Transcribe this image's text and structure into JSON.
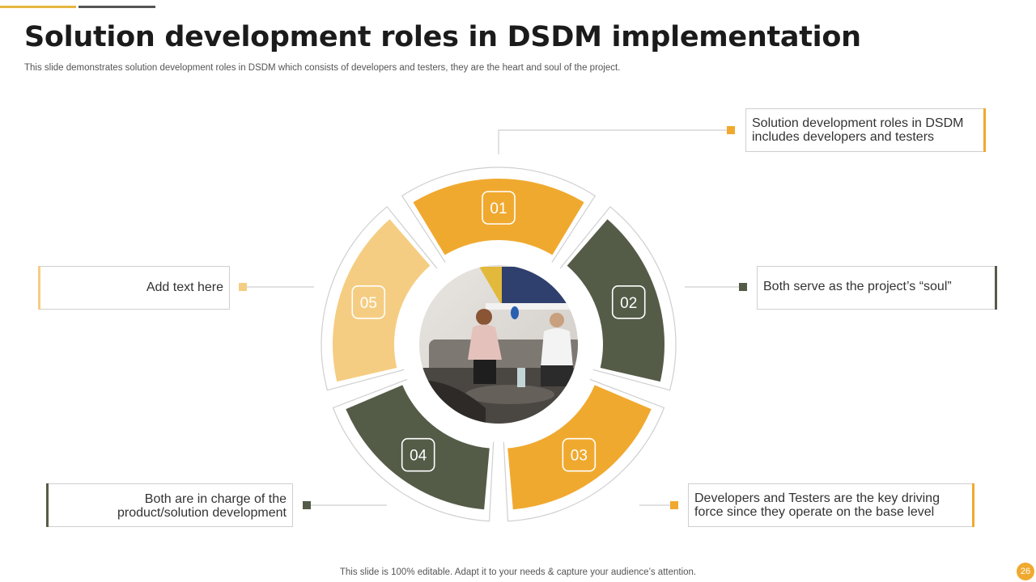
{
  "slide": {
    "title": "Solution development roles in DSDM implementation",
    "subtitle": "This slide demonstrates solution development roles in DSDM which consists of developers and testers, they are the heart and soul of the project.",
    "footer": "This slide is 100% editable. Adapt it to your needs & capture your audience’s attention.",
    "page_number": "26"
  },
  "colors": {
    "orange": "#f0a92f",
    "olive": "#545c48",
    "light_orange": "#f5cd82",
    "line": "#cfcfcf",
    "top_bar_gold": "#e5b640",
    "top_bar_dark": "#555555"
  },
  "segments": [
    {
      "number": "01",
      "color": "orange"
    },
    {
      "number": "02",
      "color": "olive"
    },
    {
      "number": "03",
      "color": "orange"
    },
    {
      "number": "04",
      "color": "olive"
    },
    {
      "number": "05",
      "color": "light_orange"
    }
  ],
  "center_image": {
    "icon": "people-meeting-photo"
  },
  "callouts": [
    {
      "text": "Solution development  roles in DSDM includes developers and testers",
      "accent": "orange"
    },
    {
      "text": "Both serve as the project’s “soul”",
      "accent": "olive"
    },
    {
      "text": "Developers and Testers are the key driving force since they operate on the base level",
      "accent": "orange"
    },
    {
      "text": "Both are in charge of the product/solution  development",
      "accent": "olive"
    },
    {
      "text": "Add text here",
      "accent": "light_orange"
    }
  ]
}
